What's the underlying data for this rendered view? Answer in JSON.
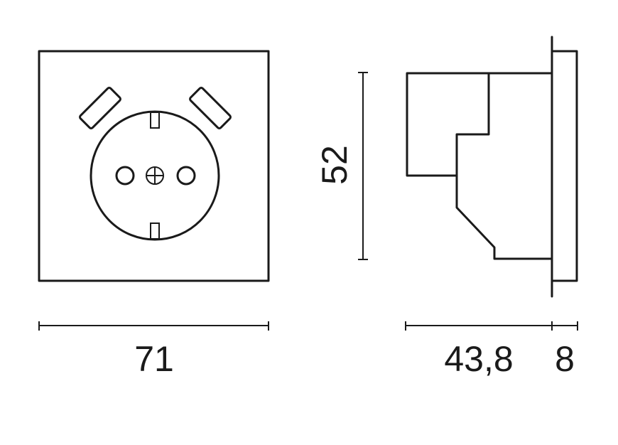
{
  "dimensions": {
    "width": "71",
    "height": "52",
    "depth": "43,8",
    "plate_thickness": "8"
  },
  "colors": {
    "line": "#1a1a1a",
    "background": "#ffffff"
  }
}
